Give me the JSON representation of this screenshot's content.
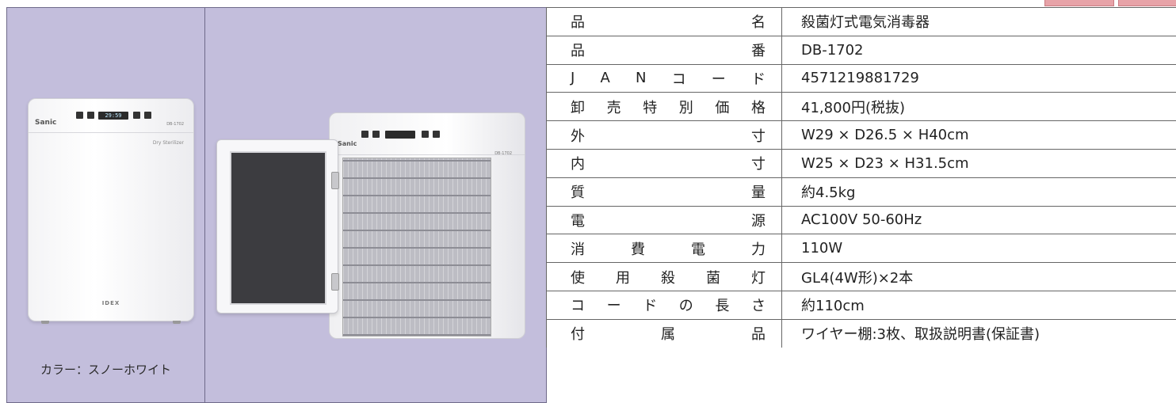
{
  "caption": {
    "color": "カラー：スノーホワイト"
  },
  "product_labels": {
    "brand": "Sanic",
    "model": "DB-1702",
    "type": "Dry Sterilizer",
    "maker": "IDEX",
    "display": "29:59"
  },
  "specs": [
    {
      "label": "品名",
      "value": "殺菌灯式電気消毒器"
    },
    {
      "label": "品番",
      "value": "DB-1702"
    },
    {
      "label": "JANコード",
      "value": "4571219881729"
    },
    {
      "label": "卸売特別価格",
      "value": "41,800円(税抜)"
    },
    {
      "label": "外寸",
      "value": "W29 × D26.5 × H40cm"
    },
    {
      "label": "内寸",
      "value": "W25 × D23 × H31.5cm"
    },
    {
      "label": "質量",
      "value": "約4.5kg"
    },
    {
      "label": "電源",
      "value": "AC100V 50-60Hz"
    },
    {
      "label": "消費電力",
      "value": "110W"
    },
    {
      "label": "使用殺菌灯",
      "value": "GL4(4W形)×2本"
    },
    {
      "label": "コードの長さ",
      "value": "約110cm"
    },
    {
      "label": "付属品",
      "value": "ワイヤー棚:3枚、取扱説明書(保証書)"
    }
  ]
}
